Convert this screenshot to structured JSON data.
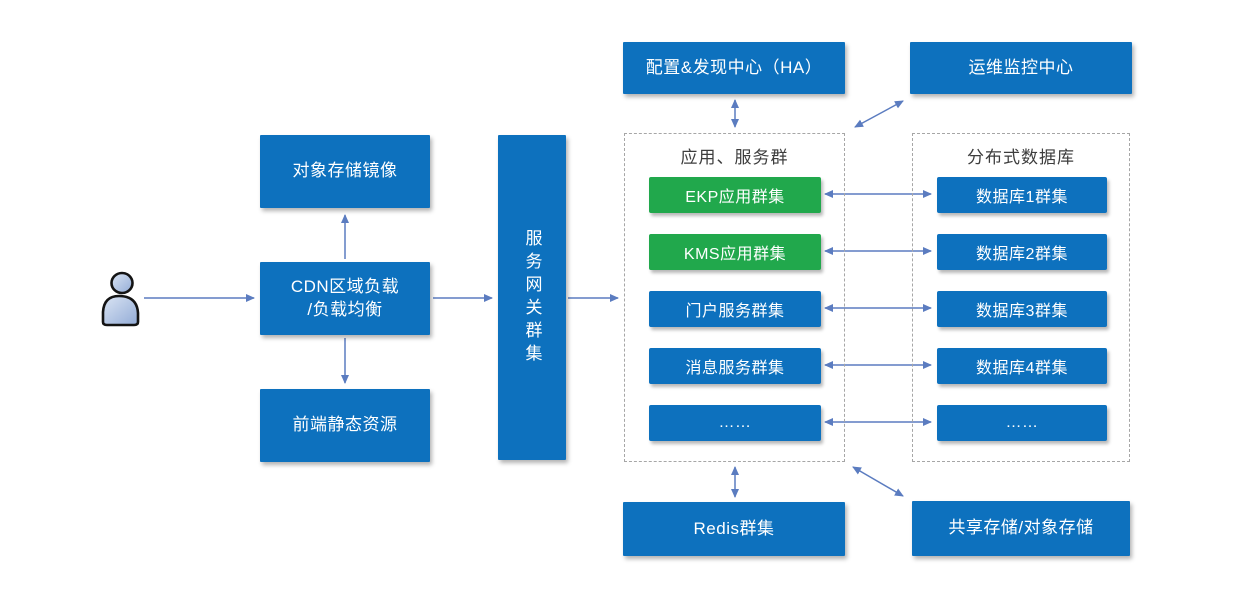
{
  "colors": {
    "box_blue": "#0d71be",
    "box_green": "#21a84c",
    "arrow": "#5b7cc0",
    "dashed_border": "#a6a6a6",
    "group_title": "#3d3d3d",
    "box_text": "#ffffff"
  },
  "icons": {
    "user": "user-icon"
  },
  "nodes": {
    "config_center": "配置&发现中心（HA）",
    "ops_center": "运维监控中心",
    "object_mirror": "对象存储镜像",
    "cdn": "CDN区域负载\n/负载均衡",
    "static_res": "前端静态资源",
    "gateway": "服务网关群集",
    "redis": "Redis群集",
    "shared_storage": "共享存储/对象存储"
  },
  "app_group": {
    "title": "应用、服务群",
    "items": [
      {
        "label": "EKP应用群集",
        "color": "green"
      },
      {
        "label": "KMS应用群集",
        "color": "green"
      },
      {
        "label": "门户服务群集",
        "color": "blue"
      },
      {
        "label": "消息服务群集",
        "color": "blue"
      },
      {
        "label": "……",
        "color": "blue"
      }
    ]
  },
  "db_group": {
    "title": "分布式数据库",
    "items": [
      {
        "label": "数据库1群集",
        "color": "blue"
      },
      {
        "label": "数据库2群集",
        "color": "blue"
      },
      {
        "label": "数据库3群集",
        "color": "blue"
      },
      {
        "label": "数据库4群集",
        "color": "blue"
      },
      {
        "label": "……",
        "color": "blue"
      }
    ]
  }
}
